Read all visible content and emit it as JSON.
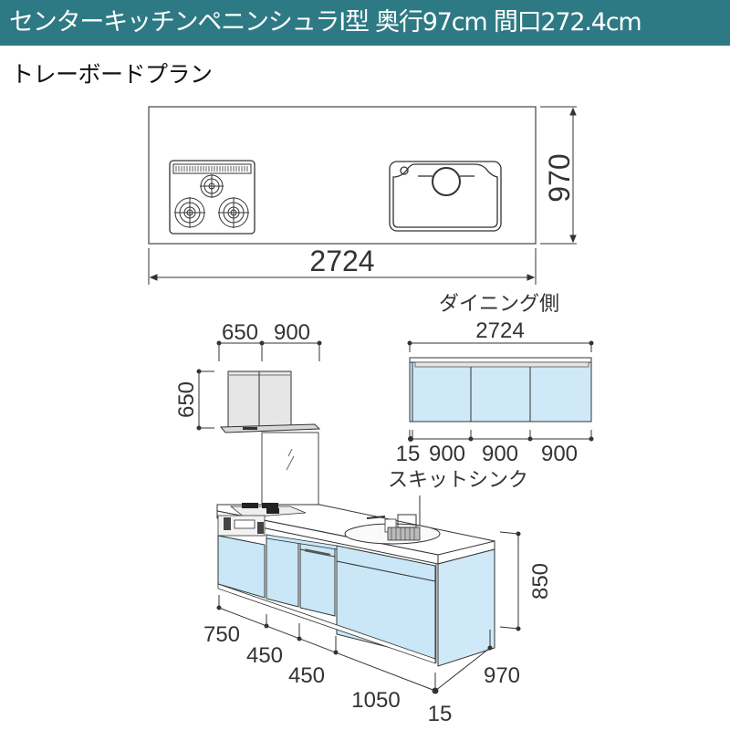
{
  "header": {
    "title": "センターキッチンペニンシュラI型 奥行97cm 間口272.4cm",
    "background_color": "#2e7a84"
  },
  "plan": {
    "name": "トレーボードプラン"
  },
  "top_view": {
    "width_label": "2724",
    "depth_label": "970",
    "components": [
      "gas-hob-3-burner",
      "sink"
    ]
  },
  "range_hood": {
    "width_labels": [
      "650",
      "900"
    ],
    "height_label": "650"
  },
  "dining_side": {
    "title": "ダイニング側",
    "total_width": "2724",
    "segments": [
      "15",
      "900",
      "900",
      "900"
    ],
    "panel_color": "#cfe9f8"
  },
  "sink_label": "スキットシンク",
  "front_view": {
    "height_label": "850",
    "depth_label": "970",
    "cabinet_widths": [
      "750",
      "450",
      "450",
      "1050"
    ],
    "end_offset": "15",
    "cabinet_color": "#c9e7f7"
  }
}
